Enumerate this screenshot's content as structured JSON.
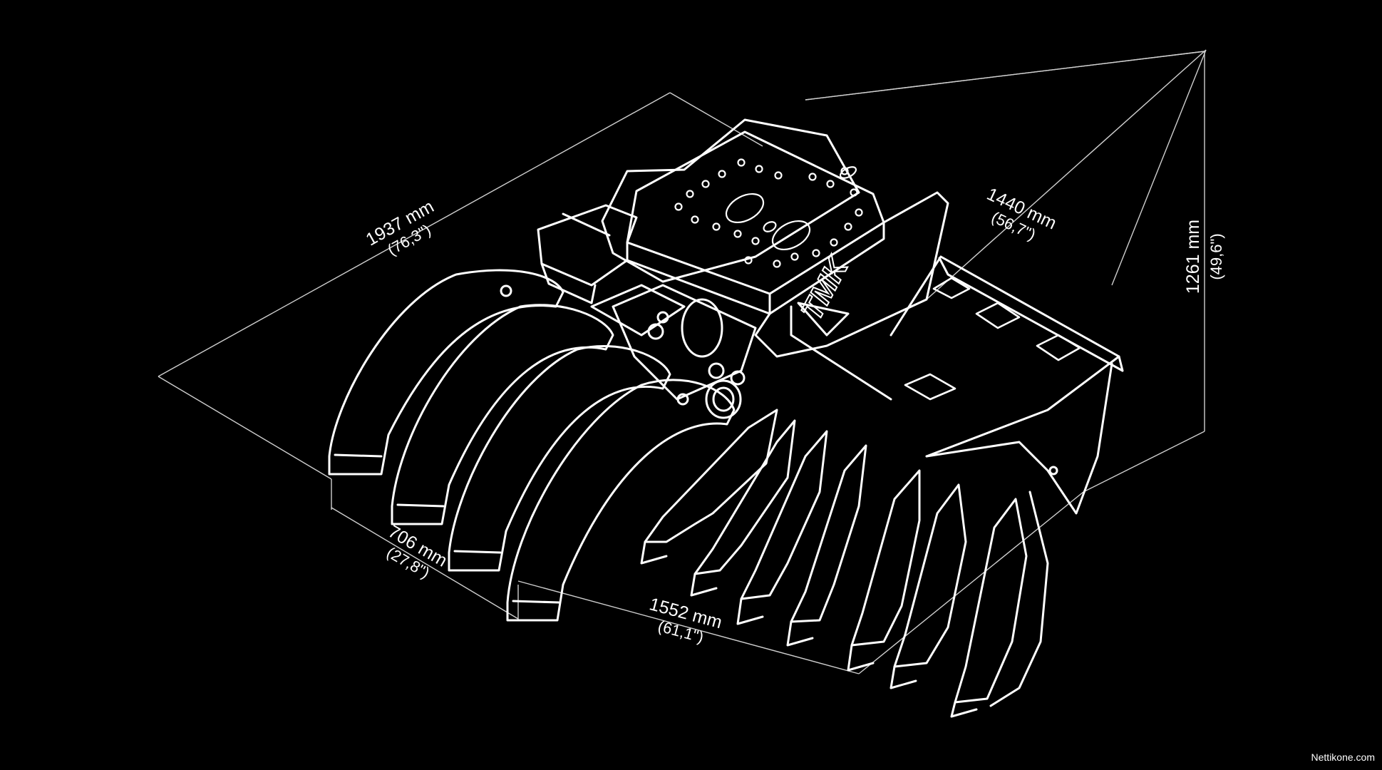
{
  "brand_logo": "TMK",
  "watermark": "Nettikone.com",
  "colors": {
    "background": "#000000",
    "line": "#ffffff"
  },
  "dimensions": {
    "length": {
      "mm": "1937 mm",
      "inch": "(76,3\")"
    },
    "width": {
      "mm": "1440 mm",
      "inch": "(56,7\")"
    },
    "height": {
      "mm": "1261 mm",
      "inch": "(49,6\")"
    },
    "finger_span": {
      "mm": "706 mm",
      "inch": "(27,8\")"
    },
    "opening": {
      "mm": "1552 mm",
      "inch": "(61,1\")"
    }
  }
}
